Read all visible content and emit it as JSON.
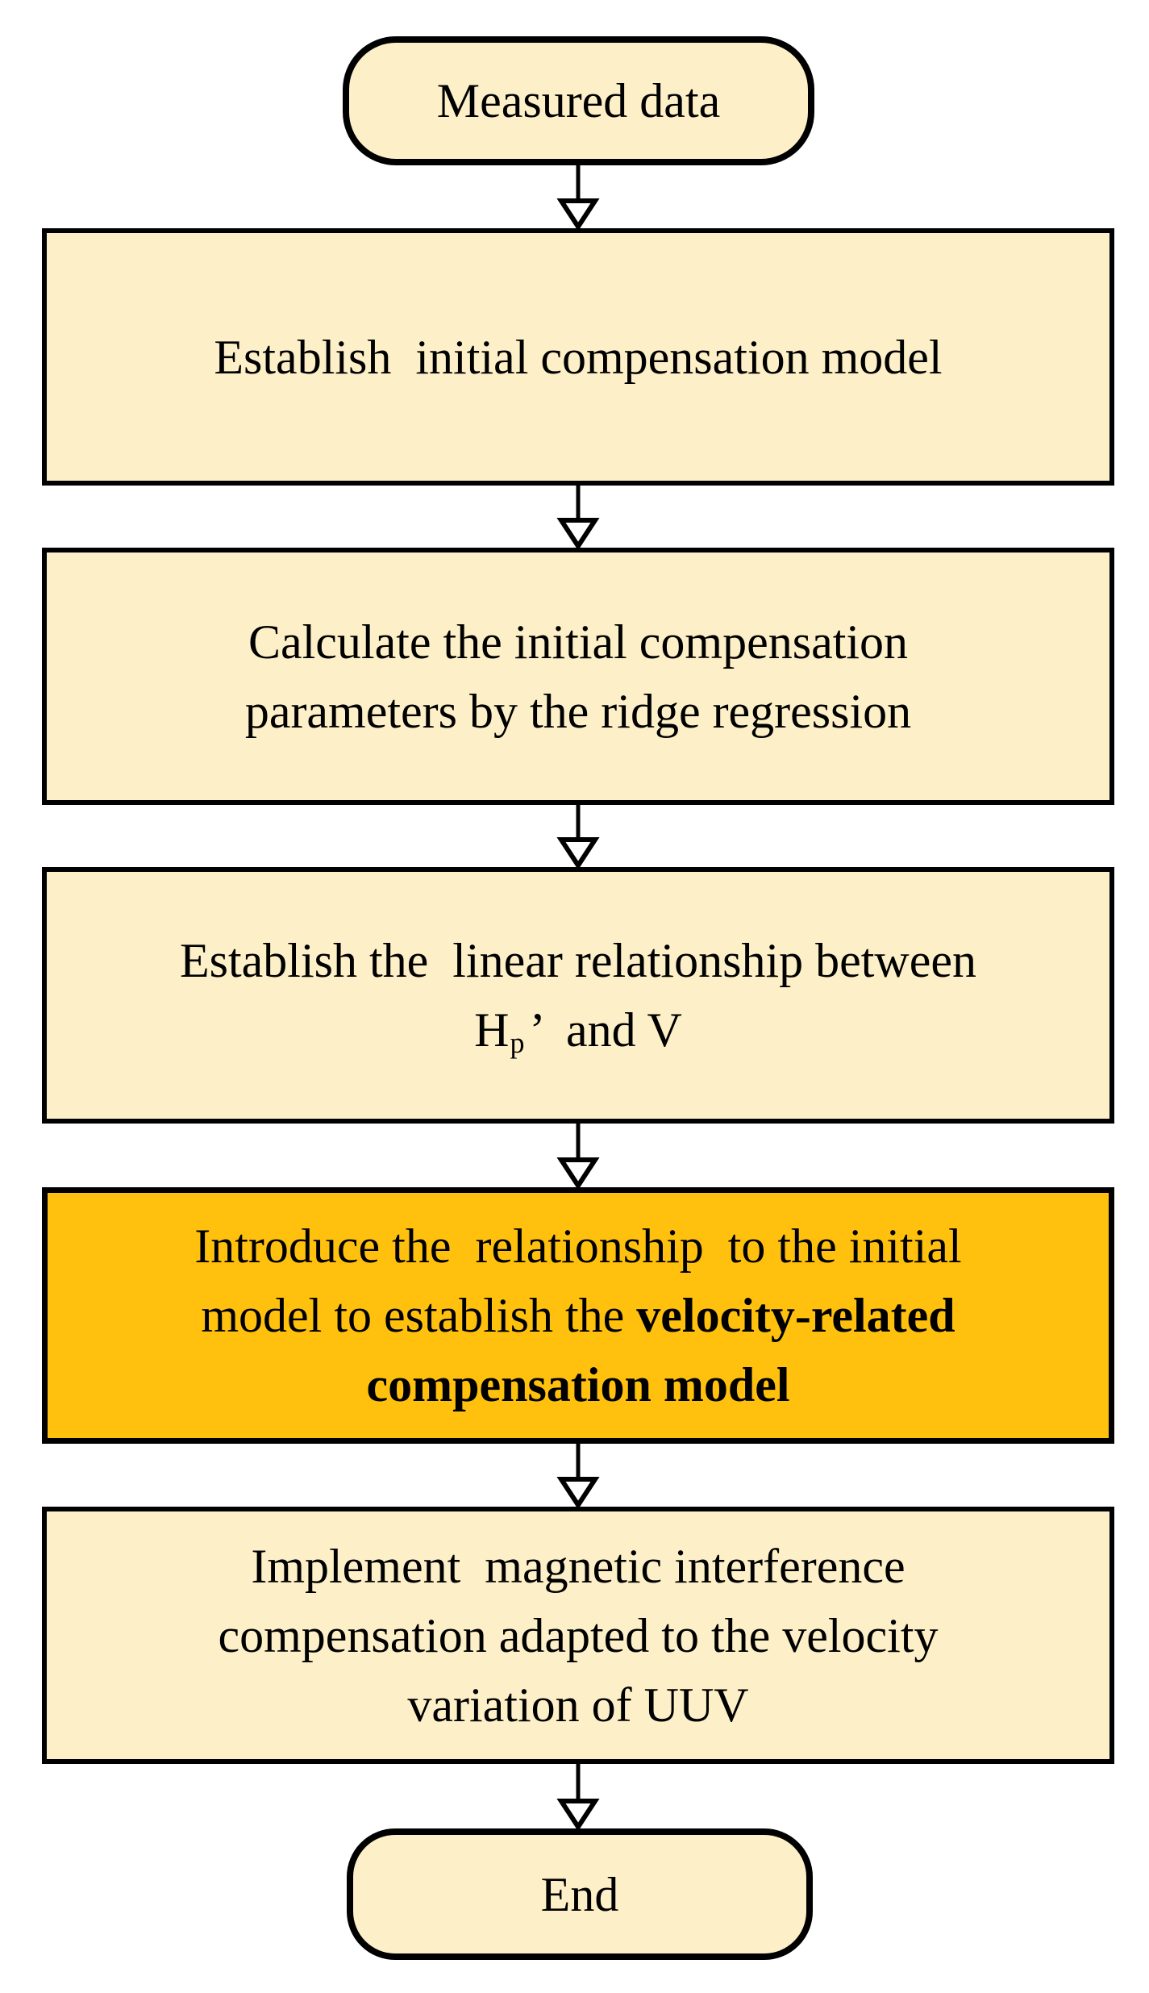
{
  "figure": {
    "type": "flowchart",
    "direction": "top-down"
  },
  "colors": {
    "process_fill": "#FDF0C8",
    "highlight_fill": "#FFC00E",
    "stroke": "#000000",
    "background": "#FFFFFF"
  },
  "nodes": {
    "start": {
      "shape": "terminator",
      "label": "Measured data"
    },
    "step1": {
      "shape": "process",
      "line1": "Establish  initial compensation model"
    },
    "step2": {
      "shape": "process",
      "line1": "Calculate the initial compensation",
      "line2": "parameters by the ridge regression"
    },
    "step3": {
      "shape": "process",
      "line1": "Establish the  linear relationship between",
      "line2_pre": "H",
      "line2_sub": "p",
      "line2_post": "’  and V"
    },
    "step4": {
      "shape": "process-highlighted",
      "line1": "Introduce the  relationship  to the initial",
      "line2_normal": "model to establish the ",
      "line2_bold": "velocity-related",
      "line3_bold": "compensation model"
    },
    "step5": {
      "shape": "process",
      "line1": "Implement  magnetic interference",
      "line2": "compensation adapted to the velocity",
      "line3": "variation of UUV"
    },
    "end": {
      "shape": "terminator",
      "label": "End"
    }
  }
}
